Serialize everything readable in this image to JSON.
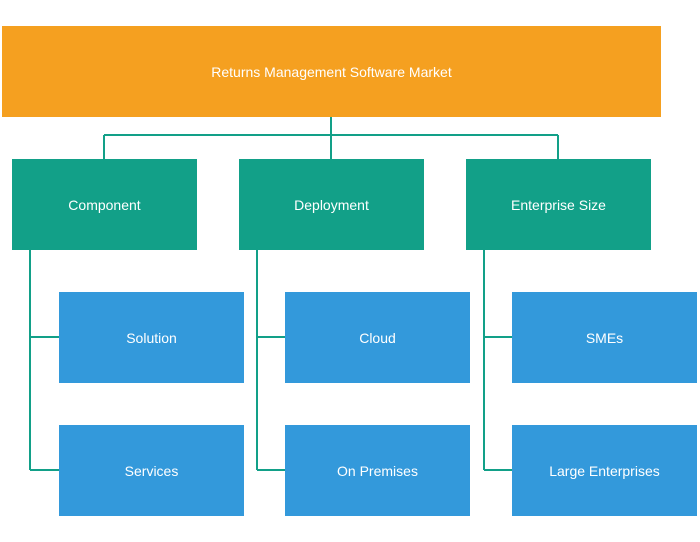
{
  "title": "Returns Management Software Market",
  "categories": [
    {
      "label": "Component",
      "items": [
        "Solution",
        "Services"
      ]
    },
    {
      "label": "Deployment",
      "items": [
        "Cloud",
        "On Premises"
      ]
    },
    {
      "label": "Enterprise Size",
      "items": [
        "SMEs",
        "Large Enterprises"
      ]
    }
  ],
  "colors": {
    "root": "#f5a020",
    "category": "#12a088",
    "leaf": "#3399db",
    "connector": "#12a088"
  }
}
